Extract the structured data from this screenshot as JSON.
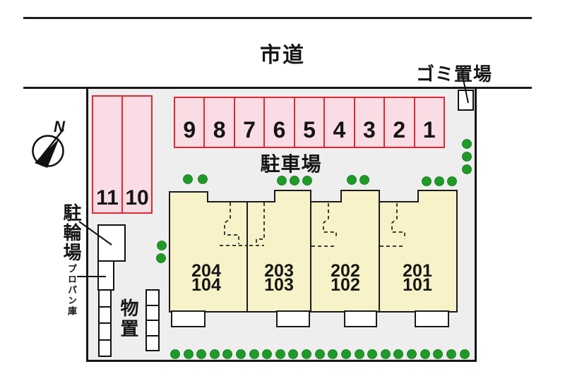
{
  "road": {
    "label": "市道"
  },
  "garbage": {
    "label": "ゴミ置場"
  },
  "compass": {
    "label": "N"
  },
  "parking": {
    "area_label": "駐車場",
    "row_spaces": [
      "9",
      "8",
      "7",
      "6",
      "5",
      "4",
      "3",
      "2",
      "1"
    ],
    "side_spaces": [
      "11",
      "10"
    ]
  },
  "bicycle": {
    "label": "駐輪場"
  },
  "propane": {
    "label": "プロパン庫"
  },
  "shed": {
    "label": "物置"
  },
  "buildings": [
    {
      "upper": "204",
      "lower": "104"
    },
    {
      "upper": "203",
      "lower": "103"
    },
    {
      "upper": "202",
      "lower": "102"
    },
    {
      "upper": "201",
      "lower": "101"
    }
  ],
  "colors": {
    "stall_fill": "#fadce4",
    "stall_border": "#e02832",
    "building_fill": "#f8f2c8",
    "tree_green": "#1e9b27",
    "site_background": "#eeeeee",
    "line_black": "#1a1a1a"
  }
}
